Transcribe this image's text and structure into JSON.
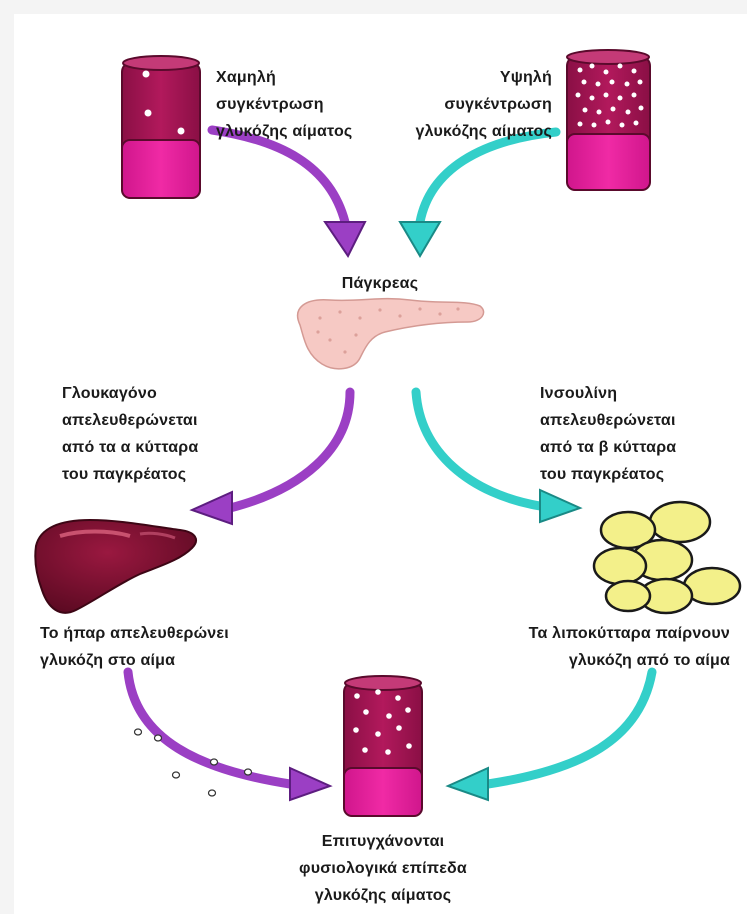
{
  "labels": {
    "low_glucose": [
      "Χαμηλή",
      "συγκέντρωση",
      "γλυκόζης αίματος"
    ],
    "high_glucose": [
      "Υψηλή",
      "συγκέντρωση",
      "γλυκόζης αίματος"
    ],
    "pancreas": "Πάγκρεας",
    "glucagon": [
      "Γλουκαγόνο",
      "απελευθερώνεται",
      "από τα α κύτταρα",
      "του παγκρέατος"
    ],
    "insulin": [
      "Ινσουλίνη",
      "απελευθερώνεται",
      "από τα β κύτταρα",
      "του παγκρέατος"
    ],
    "liver": [
      "Το ήπαρ απελευθερώνει",
      "γλυκόζη στο αίμα"
    ],
    "fat_cells": [
      "Τα λιποκύτταρα παίρνουν",
      "γλυκόζη από το αίμα"
    ],
    "normal": [
      "Επιτυγχάνονται",
      "φυσιολογικά επίπεδα",
      "γλυκόζης αίματος"
    ]
  },
  "colors": {
    "purple_arrow": "#9b3fc4",
    "teal_arrow": "#33cfc9",
    "tube_dark": "#a0124f",
    "tube_pink": "#e0219a",
    "liver": "#7a1030",
    "fat_cell": "#f3f08a",
    "pancreas": "#f6c9c4"
  },
  "icons": [
    "low-glucose-tube",
    "high-glucose-tube",
    "pancreas-icon",
    "liver-icon",
    "fat-cells-icon",
    "normal-glucose-tube"
  ]
}
